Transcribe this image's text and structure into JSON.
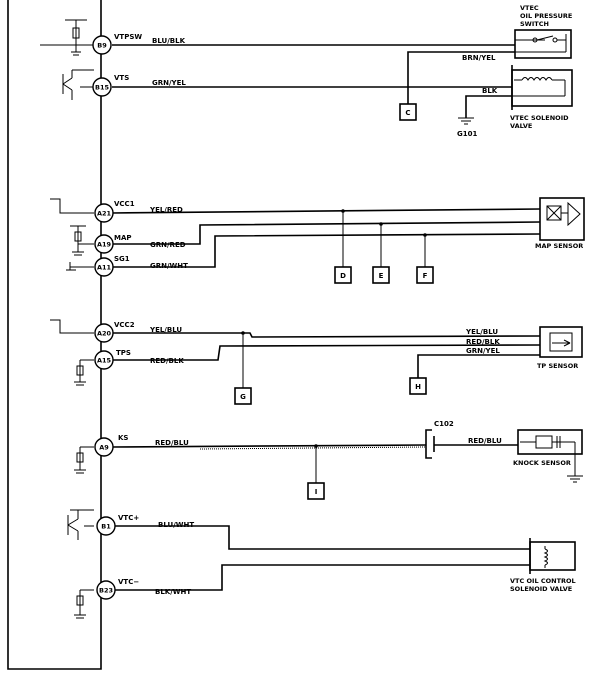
{
  "pins": [
    {
      "id": "B9",
      "signal": "VTPSW",
      "wire": "BLU/BLK"
    },
    {
      "id": "B15",
      "signal": "VTS",
      "wire": "GRN/YEL"
    },
    {
      "id": "A21",
      "signal": "VCC1",
      "wire": "YEL/RED"
    },
    {
      "id": "A19",
      "signal": "MAP",
      "wire": "GRN/RED"
    },
    {
      "id": "A11",
      "signal": "SG1",
      "wire": "GRN/WHT"
    },
    {
      "id": "A20",
      "signal": "VCC2",
      "wire": "YEL/BLU"
    },
    {
      "id": "A15",
      "signal": "TPS",
      "wire": "RED/BLK"
    },
    {
      "id": "A9",
      "signal": "KS",
      "wire": "RED/BLU"
    },
    {
      "id": "B1",
      "signal": "VTC+",
      "wire": "BLU/WHT"
    },
    {
      "id": "B23",
      "signal": "VTC−",
      "wire": "BLK/WHT"
    }
  ],
  "wires": {
    "vtec_switch_out": "BRN/YEL",
    "solenoid_ground": "BLK",
    "tp_vcc": "YEL/BLU",
    "tp_signal": "RED/BLK",
    "tp_ground": "GRN/YEL",
    "knock_out": "RED/BLU"
  },
  "components": {
    "vtec_switch": [
      "VTEC",
      "OIL PRESSURE",
      "SWITCH"
    ],
    "vtec_solenoid": [
      "VTEC SOLENOID",
      "VALVE"
    ],
    "map_sensor": "MAP SENSOR",
    "tp_sensor": "TP SENSOR",
    "knock_sensor": "KNOCK SENSOR",
    "vtc_valve": [
      "VTC OIL CONTROL",
      "SOLENOID VALVE"
    ],
    "ground": "G101",
    "connector": "C102"
  },
  "connectors": [
    "C",
    "D",
    "E",
    "F",
    "G",
    "H",
    "I"
  ]
}
